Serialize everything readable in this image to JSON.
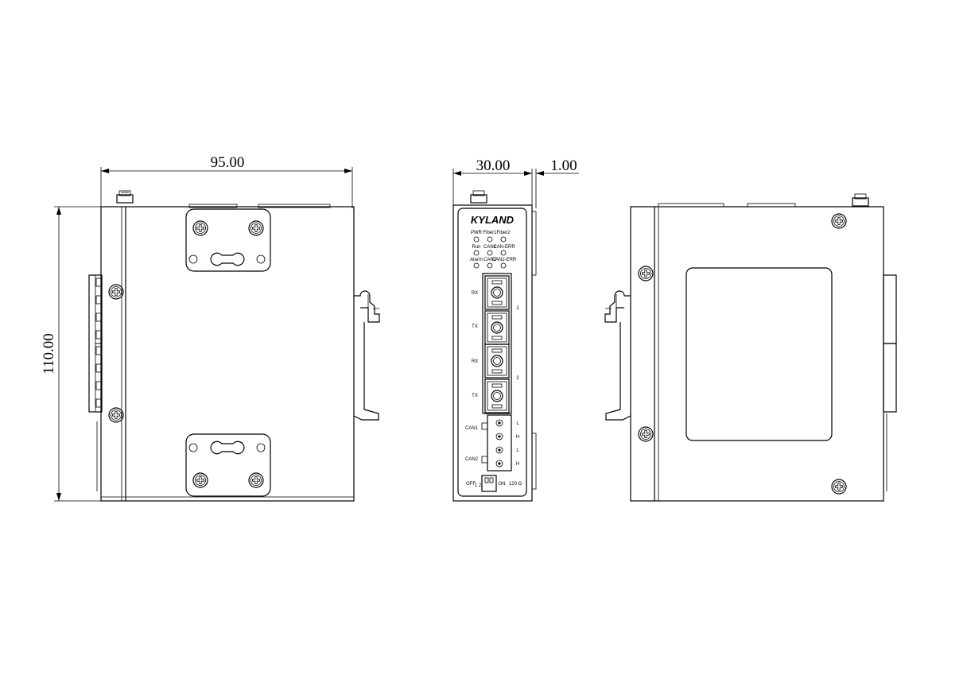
{
  "dimensions": {
    "width": "95.00",
    "height": "110.00",
    "depth": "30.00",
    "offset": "1.00"
  },
  "front_panel": {
    "brand": "KYLAND",
    "leds": [
      "PWR",
      "Fiber1",
      "Fiber2",
      "Run",
      "CAN1",
      "CAN-ERR",
      "Alarm",
      "CAN2",
      "CAN2-ERR"
    ],
    "port_labels": [
      "RX",
      "TX",
      "RX",
      "TX"
    ],
    "port_numbers": [
      "1",
      "2"
    ],
    "can_labels": [
      "CAN1",
      "CAN2"
    ],
    "terminal_labels": [
      "L",
      "H",
      "L",
      "H"
    ],
    "switch_off": "OFF",
    "switch_pins": "1\n2",
    "switch_on": "ON",
    "resistor": "120 Ω"
  }
}
